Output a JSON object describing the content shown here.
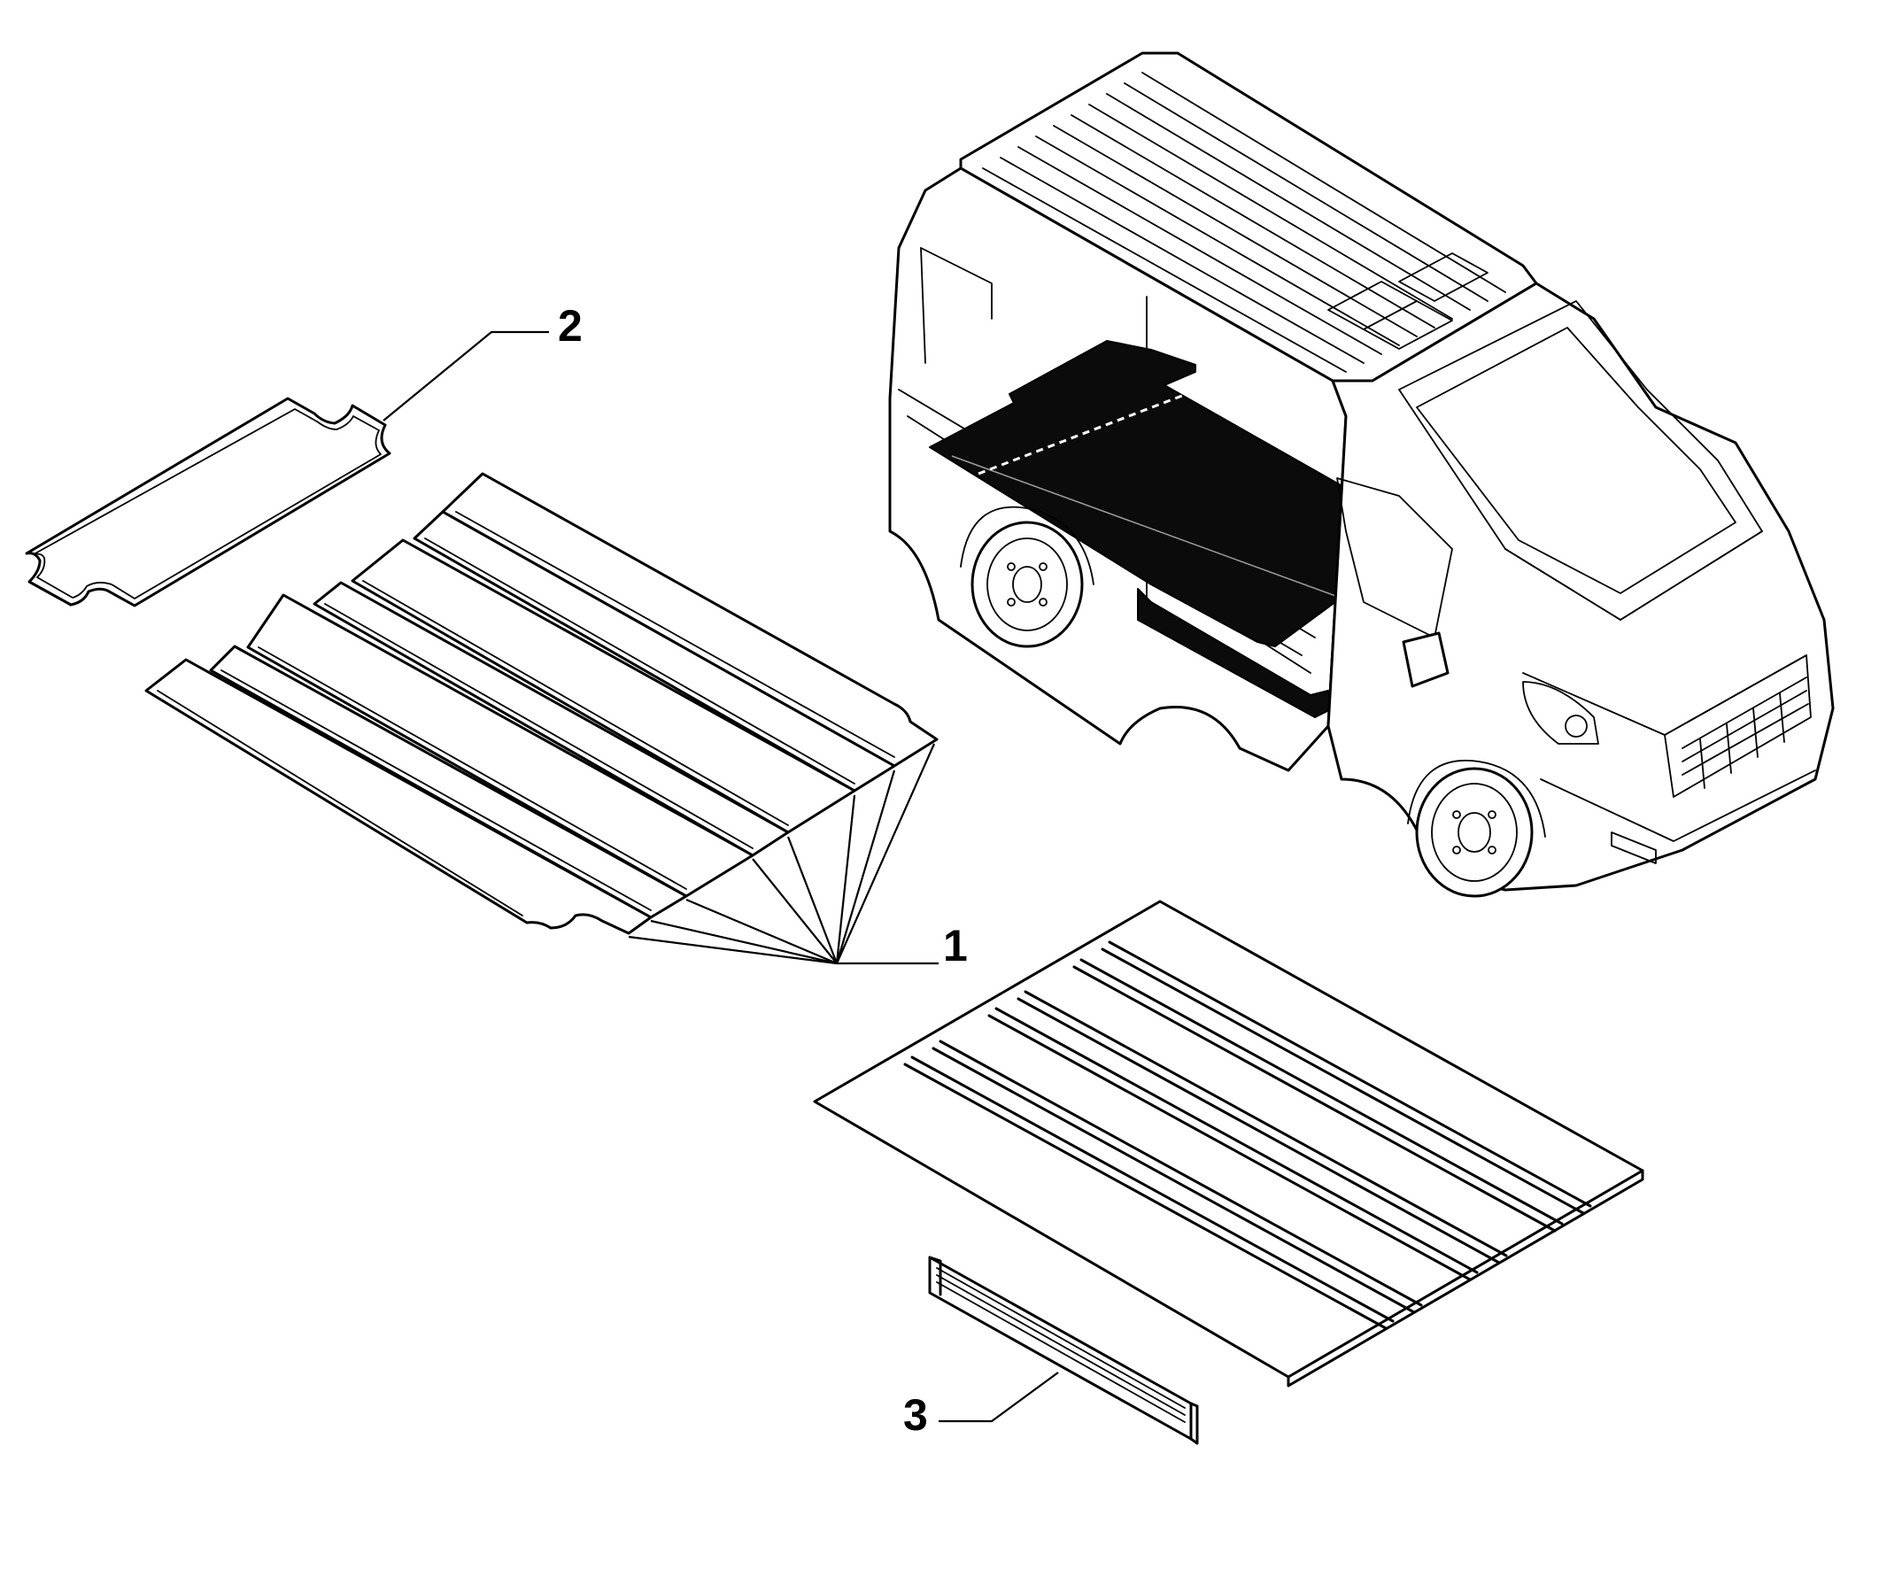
{
  "callouts": [
    {
      "id": "1",
      "label": "1"
    },
    {
      "id": "2",
      "label": "2"
    },
    {
      "id": "3",
      "label": "3"
    }
  ],
  "colors": {
    "line": "#000000",
    "background": "#ffffff",
    "highlight": "#0b0b0b"
  }
}
